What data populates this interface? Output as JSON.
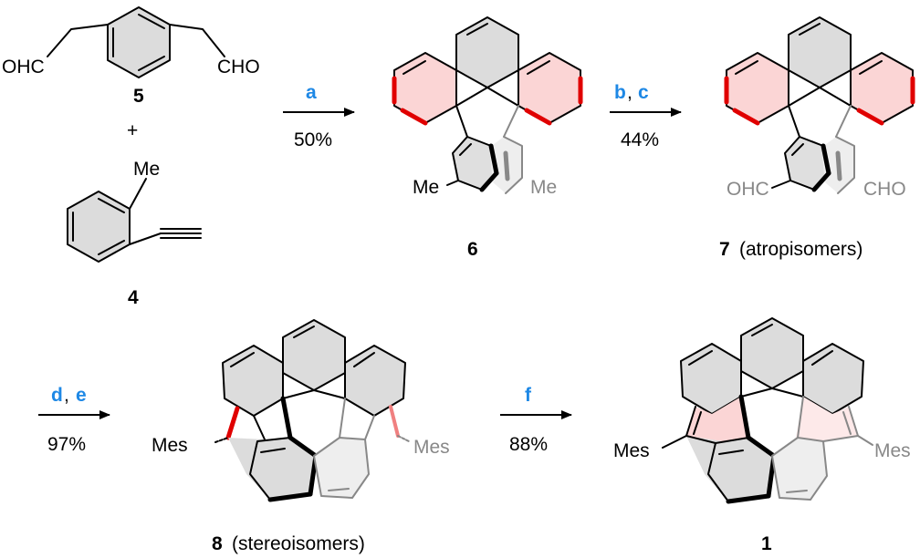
{
  "compounds": {
    "c5": {
      "number": "5",
      "left_group": "OHC",
      "right_group": "CHO"
    },
    "plus": "+",
    "c4": {
      "number": "4",
      "substituent": "Me"
    },
    "c6": {
      "number": "6",
      "left_me": "Me",
      "right_me": "Me"
    },
    "c7": {
      "number": "7",
      "label": "(atropisomers)",
      "left_group": "OHC",
      "right_group": "CHO"
    },
    "c8": {
      "number": "8",
      "label": "(stereoisomers)",
      "left_mes": "Mes",
      "right_mes": "Mes"
    },
    "c1": {
      "number": "1",
      "left_mes": "Mes",
      "right_mes": "Mes"
    }
  },
  "arrows": {
    "a": {
      "reagent": "a",
      "yield": "50%"
    },
    "bc": {
      "reagent_1": "b",
      "separator": ",",
      "reagent_2": "c",
      "yield": "44%"
    },
    "de": {
      "reagent_1": "d",
      "separator": ",",
      "reagent_2": "e",
      "yield": "97%"
    },
    "f": {
      "reagent": "f",
      "yield": "88%"
    }
  },
  "colors": {
    "reagent_label": "#1e88e5",
    "new_bond_red": "#e00000",
    "ring_fill_gray": "#dcdcdc",
    "ring_fill_pink": "#fbd5d5",
    "far_side_gray": "#888888"
  }
}
